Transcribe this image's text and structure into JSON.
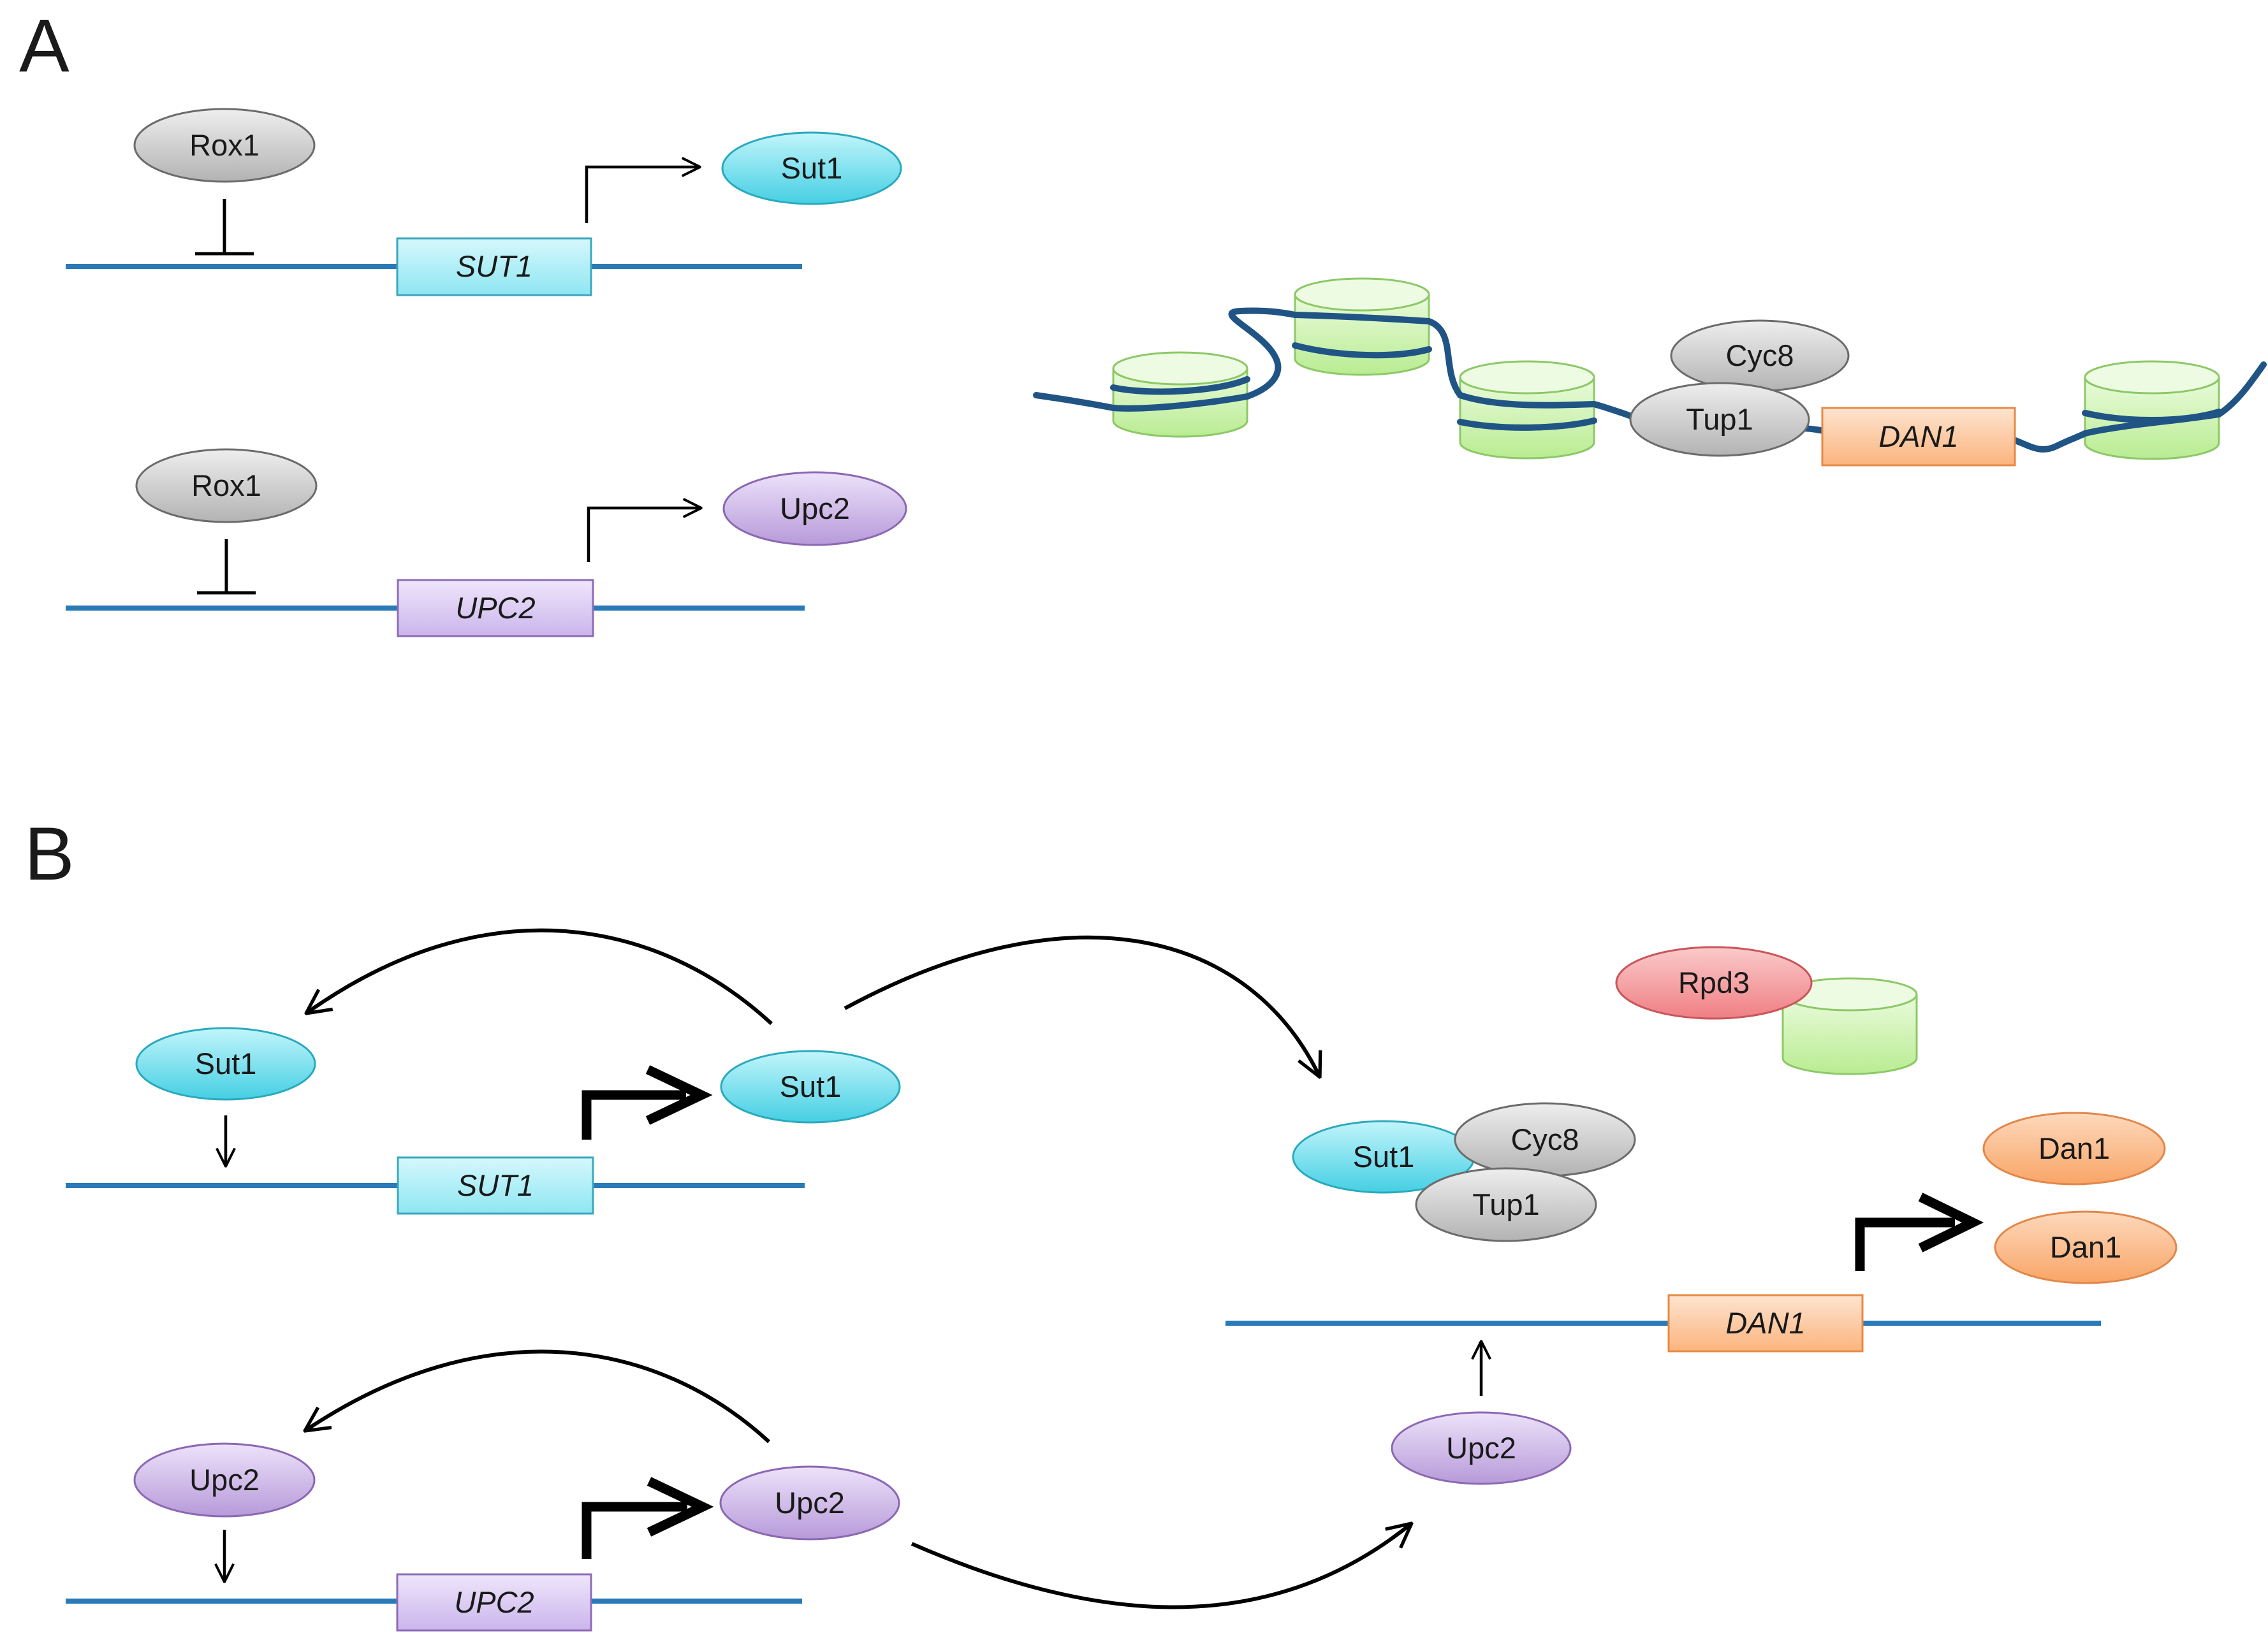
{
  "panels": {
    "a": "A",
    "b": "B"
  },
  "proteins": {
    "rox1_top": "Rox1",
    "sut1_a": "Sut1",
    "rox1_bottom": "Rox1",
    "upc2_a": "Upc2",
    "cyc8_a": "Cyc8",
    "tup1_a": "Tup1",
    "sut1_b_left": "Sut1",
    "sut1_b_product": "Sut1",
    "upc2_b_left": "Upc2",
    "upc2_b_product": "Upc2",
    "rpd3": "Rpd3",
    "sut1_complex": "Sut1",
    "cyc8_b": "Cyc8",
    "tup1_b": "Tup1",
    "dan1_top": "Dan1",
    "dan1_bottom": "Dan1",
    "upc2_b_bound": "Upc2"
  },
  "genes": {
    "sut1_a": "SUT1",
    "upc2_a": "UPC2",
    "dan1_a": "DAN1",
    "sut1_b": "SUT1",
    "upc2_b": "UPC2",
    "dan1_b": "DAN1"
  },
  "colors": {
    "dna": "#2a7ab8",
    "chromatin": "#1f5485",
    "sut1": "#6fdcec",
    "upc2": "#cdb6ea",
    "grey_protein": "#c9c9c9",
    "dan1": "#fbb580",
    "rpd3": "#f2898c",
    "nucleosome": "#c6f0a4"
  }
}
